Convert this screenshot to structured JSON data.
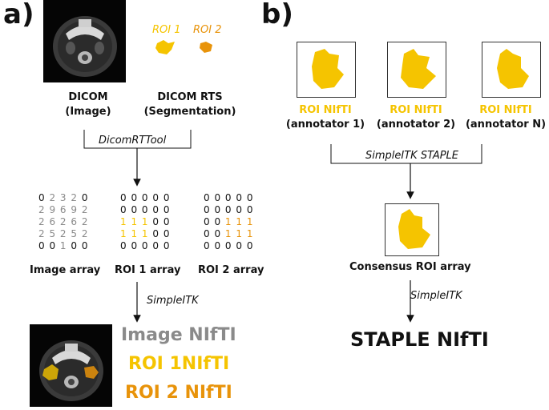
{
  "panel_a": {
    "label": "a)",
    "roi1_label": "ROI 1",
    "roi2_label": "ROI 2",
    "dicom_label": [
      "DICOM",
      "(Image)"
    ],
    "rts_label": [
      "DICOM RTS",
      "(Segmentation)"
    ],
    "tool_label": "DicomRTTool",
    "image_array": {
      "rows": [
        [
          "0",
          "2",
          "3",
          "2",
          "0"
        ],
        [
          "2",
          "9",
          "6",
          "9",
          "2"
        ],
        [
          "2",
          "6",
          "2",
          "6",
          "2"
        ],
        [
          "2",
          "5",
          "2",
          "5",
          "2"
        ],
        [
          "0",
          "0",
          "1",
          "0",
          "0"
        ]
      ],
      "caption": "Image array"
    },
    "roi1_array": {
      "rows": [
        [
          "0",
          "0",
          "0",
          "0",
          "0"
        ],
        [
          "0",
          "0",
          "0",
          "0",
          "0"
        ],
        [
          "1",
          "1",
          "1",
          "0",
          "0"
        ],
        [
          "1",
          "1",
          "1",
          "0",
          "0"
        ],
        [
          "0",
          "0",
          "0",
          "0",
          "0"
        ]
      ],
      "caption": "ROI 1 array"
    },
    "roi2_array": {
      "rows": [
        [
          "0",
          "0",
          "0",
          "0",
          "0"
        ],
        [
          "0",
          "0",
          "0",
          "0",
          "0"
        ],
        [
          "0",
          "0",
          "1",
          "1",
          "1"
        ],
        [
          "0",
          "0",
          "1",
          "1",
          "1"
        ],
        [
          "0",
          "0",
          "0",
          "0",
          "0"
        ]
      ],
      "caption": "ROI 2 array"
    },
    "convert_label": "SimpleITK",
    "outputs": [
      "Image NIfTI",
      "ROI 1NIfTI",
      "ROI 2 NIfTI"
    ]
  },
  "panel_b": {
    "label": "b)",
    "annotators": [
      {
        "title": "ROI NIfTI",
        "sub": "(annotator 1)"
      },
      {
        "title": "ROI NIfTI",
        "sub": "(annotator 2)"
      },
      {
        "title": "ROI NIfTI",
        "sub": "(annotator N)"
      }
    ],
    "tool_label": "SimpleITK STAPLE",
    "consensus_label": "Consensus ROI array",
    "convert_label": "SimpleITK",
    "output": "STAPLE NIfTI"
  },
  "colors": {
    "roi1": "#f5c400",
    "roi2": "#e8930a",
    "gray_text": "#8a8a8a"
  }
}
